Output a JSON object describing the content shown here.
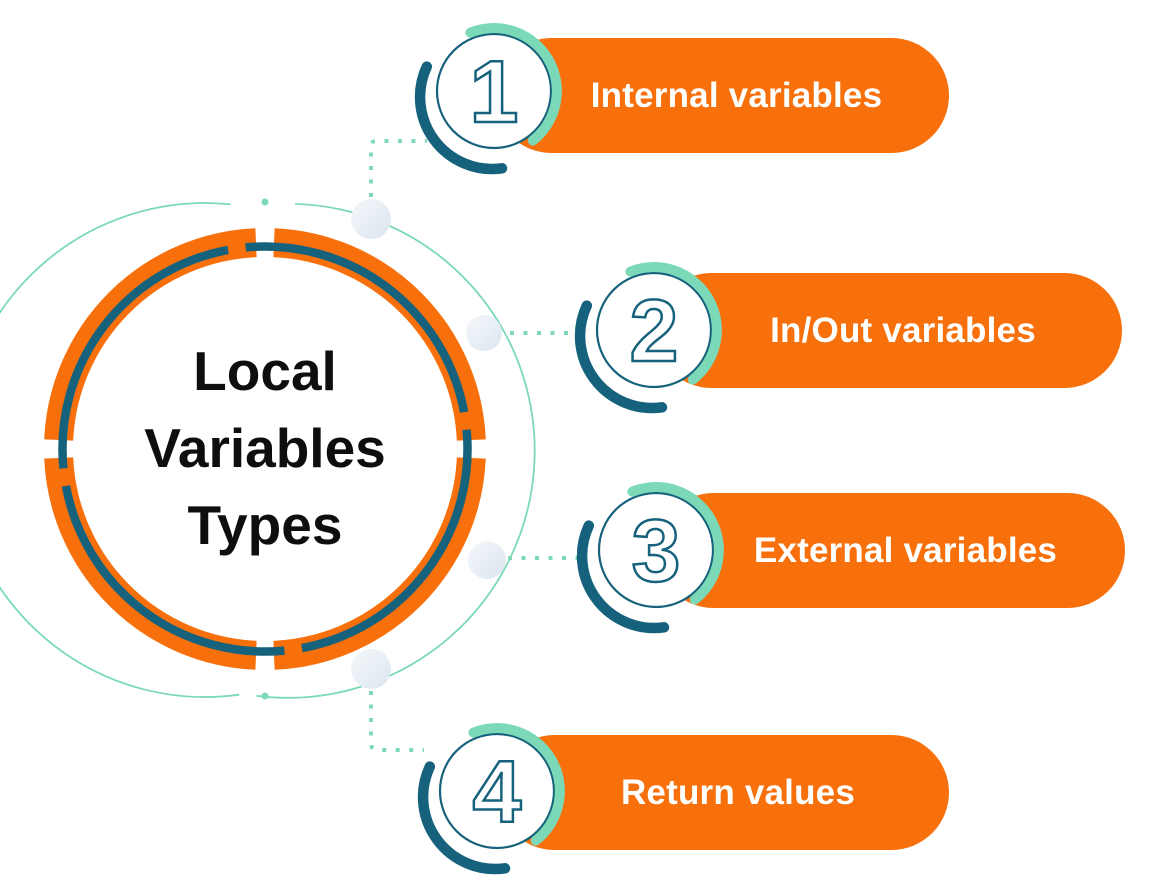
{
  "title": {
    "line1": "Local",
    "line2": "Variables",
    "line3": "Types"
  },
  "items": [
    {
      "number": "1",
      "label": "Internal variables"
    },
    {
      "number": "2",
      "label": "In/Out variables"
    },
    {
      "number": "3",
      "label": "External variables"
    },
    {
      "number": "4",
      "label": "Return values"
    }
  ],
  "colors": {
    "orange": "#F7700B",
    "mint": "#7CD9B8",
    "teal": "#16627C",
    "node_gradient_start": "#F5F8FB",
    "node_gradient_end": "#DCE5EF",
    "title_text": "#0E0E0E",
    "pill_text": "#FFFFFF"
  }
}
